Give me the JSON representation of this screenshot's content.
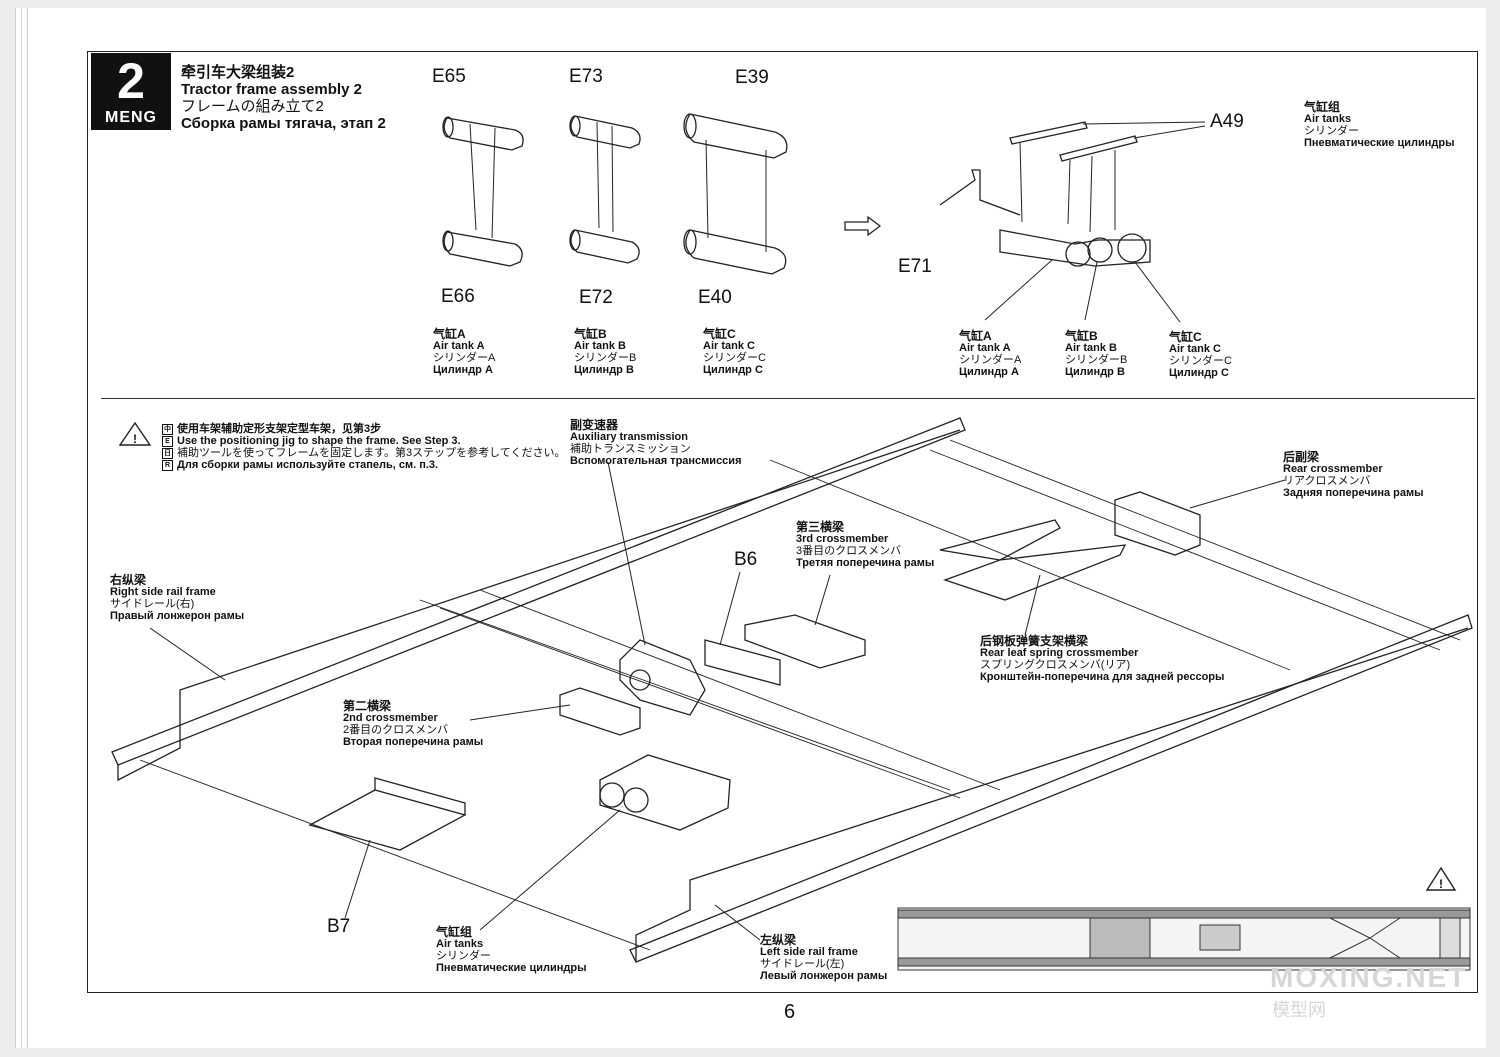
{
  "step": {
    "number": "2",
    "brand": "MENG"
  },
  "title": {
    "zh": "牵引车大梁组装2",
    "en": "Tractor frame assembly 2",
    "ja": "フレームの組み立て2",
    "ru": "Сборка рамы тягача, этап 2"
  },
  "parts": {
    "e65": "E65",
    "e73": "E73",
    "e39": "E39",
    "e66": "E66",
    "e72": "E72",
    "e40": "E40",
    "a49": "A49",
    "e71": "E71",
    "b6": "B6",
    "b7": "B7"
  },
  "top_captions": {
    "tank_a": {
      "zh": "气缸A",
      "en": "Air tank A",
      "ja": "シリンダーA",
      "ru": "Цилиндр A"
    },
    "tank_b": {
      "zh": "气缸B",
      "en": "Air tank B",
      "ja": "シリンダーB",
      "ru": "Цилиндр B"
    },
    "tank_c": {
      "zh": "气缸C",
      "en": "Air tank C",
      "ja": "シリンダーC",
      "ru": "Цилиндр C"
    },
    "air_tanks": {
      "zh": "气缸组",
      "en": "Air tanks",
      "ja": "シリンダー",
      "ru": "Пневматические цилиндры"
    }
  },
  "warning": {
    "zh": "使用车架辅助定形支架定型车架，见第3步",
    "en": "Use the positioning jig to shape the frame. See Step 3.",
    "ja": "補助ツールを使ってフレームを固定します。第3ステップを参考してください。",
    "ru": "Для сборки рамы используйте стапель, см. п.3."
  },
  "bottom_captions": {
    "aux_trans": {
      "zh": "副变速器",
      "en": "Auxiliary transmission",
      "ja": "補助トランスミッション",
      "ru": "Вспомогательная трансмиссия"
    },
    "rear_cross": {
      "zh": "后副梁",
      "en": "Rear crossmember",
      "ja": "リアクロスメンバ",
      "ru": "Задняя поперечина рамы"
    },
    "third_cross": {
      "zh": "第三横梁",
      "en": "3rd crossmember",
      "ja": "3番目のクロスメンバ",
      "ru": "Третяя поперечина рамы"
    },
    "right_rail": {
      "zh": "右纵梁",
      "en": "Right side rail frame",
      "ja": "サイドレール(右)",
      "ru": "Правый лонжерон рамы"
    },
    "rear_leaf": {
      "zh": "后钢板弹簧支架横梁",
      "en": "Rear leaf spring crossmember",
      "ja": "スプリングクロスメンバ(リア)",
      "ru": "Кронштейн-поперечина для задней рессоры"
    },
    "second_cross": {
      "zh": "第二横梁",
      "en": "2nd crossmember",
      "ja": "2番目のクロスメンバ",
      "ru": "Вторая поперечина рамы"
    },
    "air_tanks": {
      "zh": "气缸组",
      "en": "Air tanks",
      "ja": "シリンダー",
      "ru": "Пневматические цилиндры"
    },
    "left_rail": {
      "zh": "左纵梁",
      "en": "Left side rail frame",
      "ja": "サイドレール(左)",
      "ru": "Левый лонжерон рамы"
    }
  },
  "page_number": "6",
  "watermark": {
    "main": "MOXING.NET",
    "sub": "模型网"
  }
}
